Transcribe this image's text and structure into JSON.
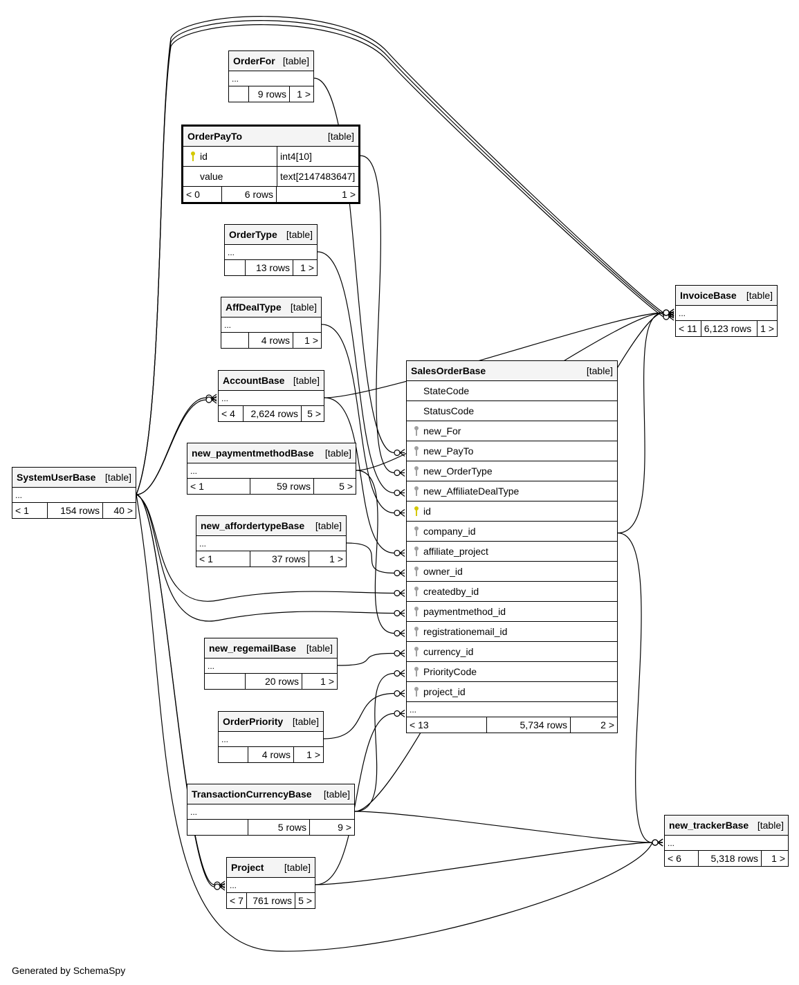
{
  "footer_text": "Generated by SchemaSpy",
  "type_label": "[table]",
  "colors": {
    "primary_key": "#d4c800",
    "foreign_key": "#a0a0a0",
    "header_bg": "#f4f4f4",
    "line": "#000000"
  },
  "tables": {
    "OrderFor": {
      "name": "OrderFor",
      "parents": "",
      "rows": "9 rows",
      "children": "1 >"
    },
    "OrderPayTo": {
      "name": "OrderPayTo",
      "parents": "< 0",
      "rows": "6 rows",
      "children": "1 >",
      "columns": [
        {
          "name": "id",
          "type": "int4[10]",
          "key": "primary-key"
        },
        {
          "name": "value",
          "type": "text[2147483647]",
          "key": ""
        }
      ]
    },
    "OrderType": {
      "name": "OrderType",
      "parents": "",
      "rows": "13 rows",
      "children": "1 >"
    },
    "AffDealType": {
      "name": "AffDealType",
      "parents": "",
      "rows": "4 rows",
      "children": "1 >"
    },
    "AccountBase": {
      "name": "AccountBase",
      "parents": "< 4",
      "rows": "2,624 rows",
      "children": "5 >"
    },
    "new_paymentmethodBase": {
      "name": "new_paymentmethodBase",
      "parents": "< 1",
      "rows": "59 rows",
      "children": "5 >"
    },
    "new_affordertypeBase": {
      "name": "new_affordertypeBase",
      "parents": "< 1",
      "rows": "37 rows",
      "children": "1 >"
    },
    "new_regemailBase": {
      "name": "new_regemailBase",
      "parents": "",
      "rows": "20 rows",
      "children": "1 >"
    },
    "OrderPriority": {
      "name": "OrderPriority",
      "parents": "",
      "rows": "4 rows",
      "children": "1 >"
    },
    "TransactionCurrencyBase": {
      "name": "TransactionCurrencyBase",
      "parents": "",
      "rows": "5 rows",
      "children": "9 >"
    },
    "Project": {
      "name": "Project",
      "parents": "< 7",
      "rows": "761 rows",
      "children": "5 >"
    },
    "SystemUserBase": {
      "name": "SystemUserBase",
      "parents": "< 1",
      "rows": "154 rows",
      "children": "40 >"
    },
    "InvoiceBase": {
      "name": "InvoiceBase",
      "parents": "< 11",
      "rows": "6,123 rows",
      "children": "1 >"
    },
    "new_trackerBase": {
      "name": "new_trackerBase",
      "parents": "< 6",
      "rows": "5,318 rows",
      "children": "1 >"
    },
    "SalesOrderBase": {
      "name": "SalesOrderBase",
      "parents": "< 13",
      "rows": "5,734 rows",
      "children": "2 >",
      "columns": [
        {
          "name": "StateCode",
          "key": ""
        },
        {
          "name": "StatusCode",
          "key": ""
        },
        {
          "name": "new_For",
          "key": "foreign-key"
        },
        {
          "name": "new_PayTo",
          "key": "foreign-key"
        },
        {
          "name": "new_OrderType",
          "key": "foreign-key"
        },
        {
          "name": "new_AffiliateDealType",
          "key": "foreign-key"
        },
        {
          "name": "id",
          "key": "primary-key"
        },
        {
          "name": "company_id",
          "key": "foreign-key"
        },
        {
          "name": "affiliate_project",
          "key": "foreign-key"
        },
        {
          "name": "owner_id",
          "key": "foreign-key"
        },
        {
          "name": "createdby_id",
          "key": "foreign-key"
        },
        {
          "name": "paymentmethod_id",
          "key": "foreign-key"
        },
        {
          "name": "registrationemail_id",
          "key": "foreign-key"
        },
        {
          "name": "currency_id",
          "key": "foreign-key"
        },
        {
          "name": "PriorityCode",
          "key": "foreign-key"
        },
        {
          "name": "project_id",
          "key": "foreign-key"
        }
      ]
    }
  },
  "relationships": [
    {
      "from": "OrderFor",
      "to": "SalesOrderBase",
      "to_column": "new_For"
    },
    {
      "from": "OrderPayTo",
      "to": "SalesOrderBase",
      "to_column": "new_PayTo"
    },
    {
      "from": "OrderType",
      "to": "SalesOrderBase",
      "to_column": "new_OrderType"
    },
    {
      "from": "AffDealType",
      "to": "SalesOrderBase",
      "to_column": "new_AffiliateDealType"
    },
    {
      "from": "AccountBase",
      "to": "SalesOrderBase",
      "to_column": "company_id"
    },
    {
      "from": "new_affordertypeBase",
      "to": "SalesOrderBase",
      "to_column": "affiliate_project"
    },
    {
      "from": "SystemUserBase",
      "to": "SalesOrderBase",
      "to_column": "owner_id"
    },
    {
      "from": "SystemUserBase",
      "to": "SalesOrderBase",
      "to_column": "createdby_id"
    },
    {
      "from": "new_paymentmethodBase",
      "to": "SalesOrderBase",
      "to_column": "paymentmethod_id"
    },
    {
      "from": "new_regemailBase",
      "to": "SalesOrderBase",
      "to_column": "registrationemail_id"
    },
    {
      "from": "TransactionCurrencyBase",
      "to": "SalesOrderBase",
      "to_column": "currency_id"
    },
    {
      "from": "OrderPriority",
      "to": "SalesOrderBase",
      "to_column": "PriorityCode"
    },
    {
      "from": "Project",
      "to": "SalesOrderBase",
      "to_column": "project_id"
    },
    {
      "from": "SystemUserBase",
      "to": "AccountBase"
    },
    {
      "from": "SystemUserBase",
      "to": "AccountBase"
    },
    {
      "from": "SystemUserBase",
      "to": "Project"
    },
    {
      "from": "SystemUserBase",
      "to": "Project"
    },
    {
      "from": "SystemUserBase",
      "to": "InvoiceBase"
    },
    {
      "from": "SystemUserBase",
      "to": "InvoiceBase"
    },
    {
      "from": "SystemUserBase",
      "to": "InvoiceBase"
    },
    {
      "from": "SystemUserBase",
      "to": "new_trackerBase"
    },
    {
      "from": "AccountBase",
      "to": "InvoiceBase"
    },
    {
      "from": "new_paymentmethodBase",
      "to": "InvoiceBase"
    },
    {
      "from": "SalesOrderBase",
      "to": "InvoiceBase"
    },
    {
      "from": "TransactionCurrencyBase",
      "to": "InvoiceBase"
    },
    {
      "from": "SalesOrderBase",
      "to": "new_trackerBase"
    },
    {
      "from": "TransactionCurrencyBase",
      "to": "new_trackerBase"
    },
    {
      "from": "Project",
      "to": "new_trackerBase"
    }
  ]
}
